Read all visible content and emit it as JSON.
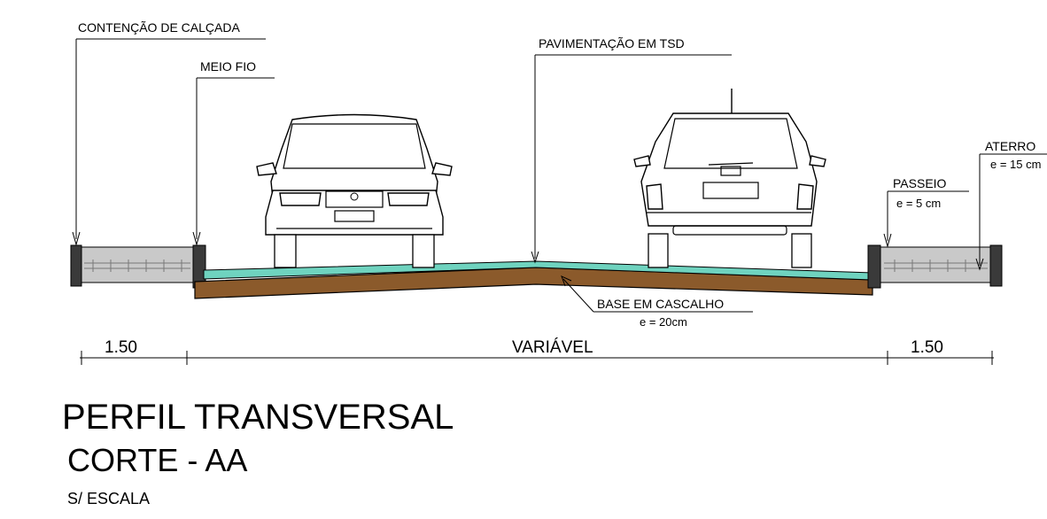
{
  "labels": {
    "contencao": "CONTENÇÃO DE CALÇADA",
    "meio_fio": "MEIO FIO",
    "pavimentacao": "PAVIMENTAÇÃO EM TSD",
    "aterro": "ATERRO",
    "aterro_e": "e = 15 cm",
    "passeio": "PASSEIO",
    "passeio_e": "e = 5 cm",
    "base": "BASE EM CASCALHO",
    "base_e": "e = 20cm"
  },
  "dimensions": {
    "left": "1.50",
    "center": "VARIÁVEL",
    "right": "1.50"
  },
  "title": {
    "line1": "PERFIL TRANSVERSAL",
    "line2": "CORTE - AA",
    "scale": "S/ ESCALA"
  },
  "colors": {
    "pavement": "#6fd3bf",
    "base": "#8b5a2b",
    "sidewalk": "#c9c9c9",
    "curb": "#3a3a3a"
  }
}
